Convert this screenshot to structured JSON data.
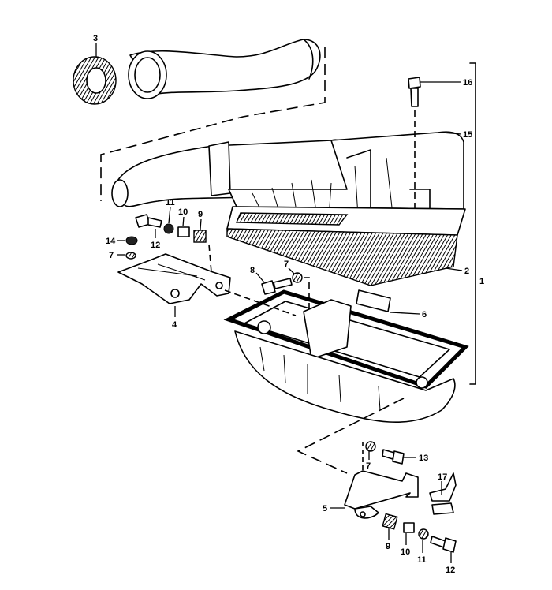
{
  "diagram": {
    "title": "Air filter housing exploded parts view",
    "callouts": {
      "c1": "1",
      "c2": "2",
      "c3": "3",
      "c4": "4",
      "c5": "5",
      "c6": "6",
      "c7a": "7",
      "c7b": "7",
      "c7c": "7",
      "c8": "8",
      "c9a": "9",
      "c9b": "9",
      "c10a": "10",
      "c10b": "10",
      "c11a": "11",
      "c11b": "11",
      "c12a": "12",
      "c12b": "12",
      "c13": "13",
      "c14": "14",
      "c15": "15",
      "c16": "16",
      "c17": "17"
    }
  }
}
